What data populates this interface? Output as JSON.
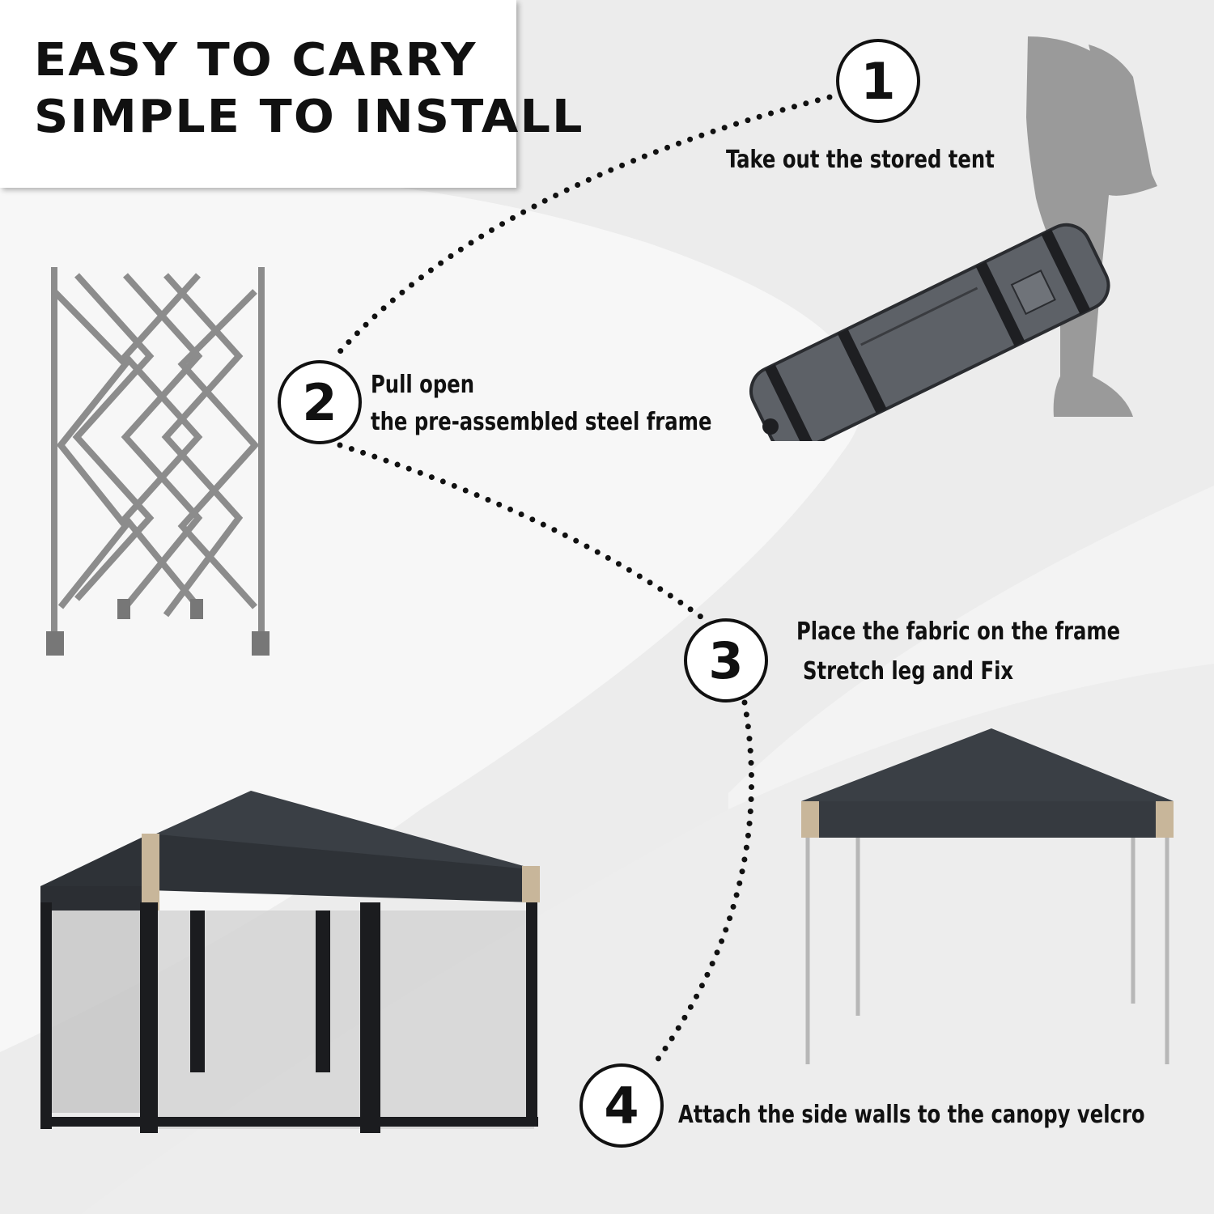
{
  "title": {
    "line1": "EASY TO CARRY",
    "line2": "SIMPLE TO INSTALL"
  },
  "steps": [
    {
      "number": "1",
      "lines": [
        "Take out the stored tent"
      ]
    },
    {
      "number": "2",
      "lines": [
        "Pull open",
        "the pre-assembled steel frame"
      ]
    },
    {
      "number": "3",
      "lines": [
        "Place the fabric on the frame",
        "Stretch leg and Fix"
      ]
    },
    {
      "number": "4",
      "lines": [
        "Attach the side walls to the canopy velcro"
      ]
    }
  ],
  "colors": {
    "background": "#ececec",
    "highlight": "#f7f7f7",
    "text": "#111111",
    "canopy": "#3a3f45",
    "frame": "#8c8c8c"
  }
}
